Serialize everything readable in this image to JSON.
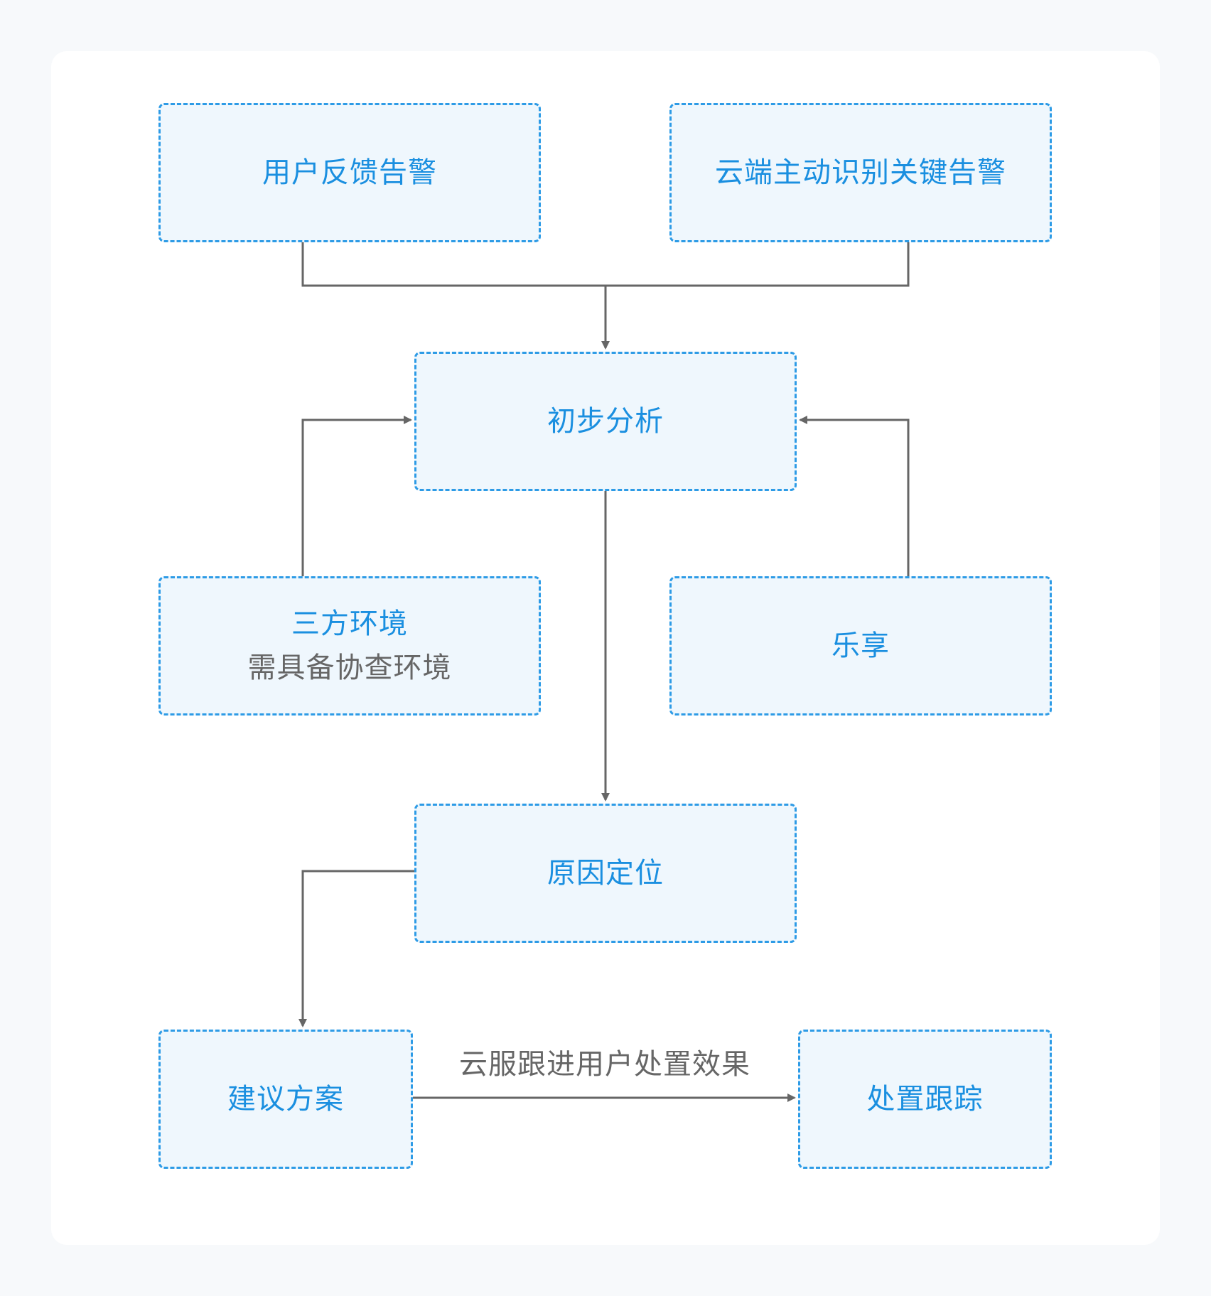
{
  "nodes": {
    "user_feedback": {
      "title": "用户反馈告警"
    },
    "cloud_alert": {
      "title": "云端主动识别关键告警"
    },
    "analysis": {
      "title": "初步分析"
    },
    "third_party": {
      "title": "三方环境",
      "subtitle": "需具备协查环境"
    },
    "lexiang": {
      "title": "乐享"
    },
    "root_cause": {
      "title": "原因定位"
    },
    "suggestion": {
      "title": "建议方案"
    },
    "tracking": {
      "title": "处置跟踪"
    }
  },
  "edges": {
    "followup_label": "云服跟进用户处置效果"
  },
  "colors": {
    "node_border": "#2d9be6",
    "node_fill": "#eff7fd",
    "node_text": "#1a8fe0",
    "connector": "#666666",
    "secondary_text": "#666666"
  }
}
